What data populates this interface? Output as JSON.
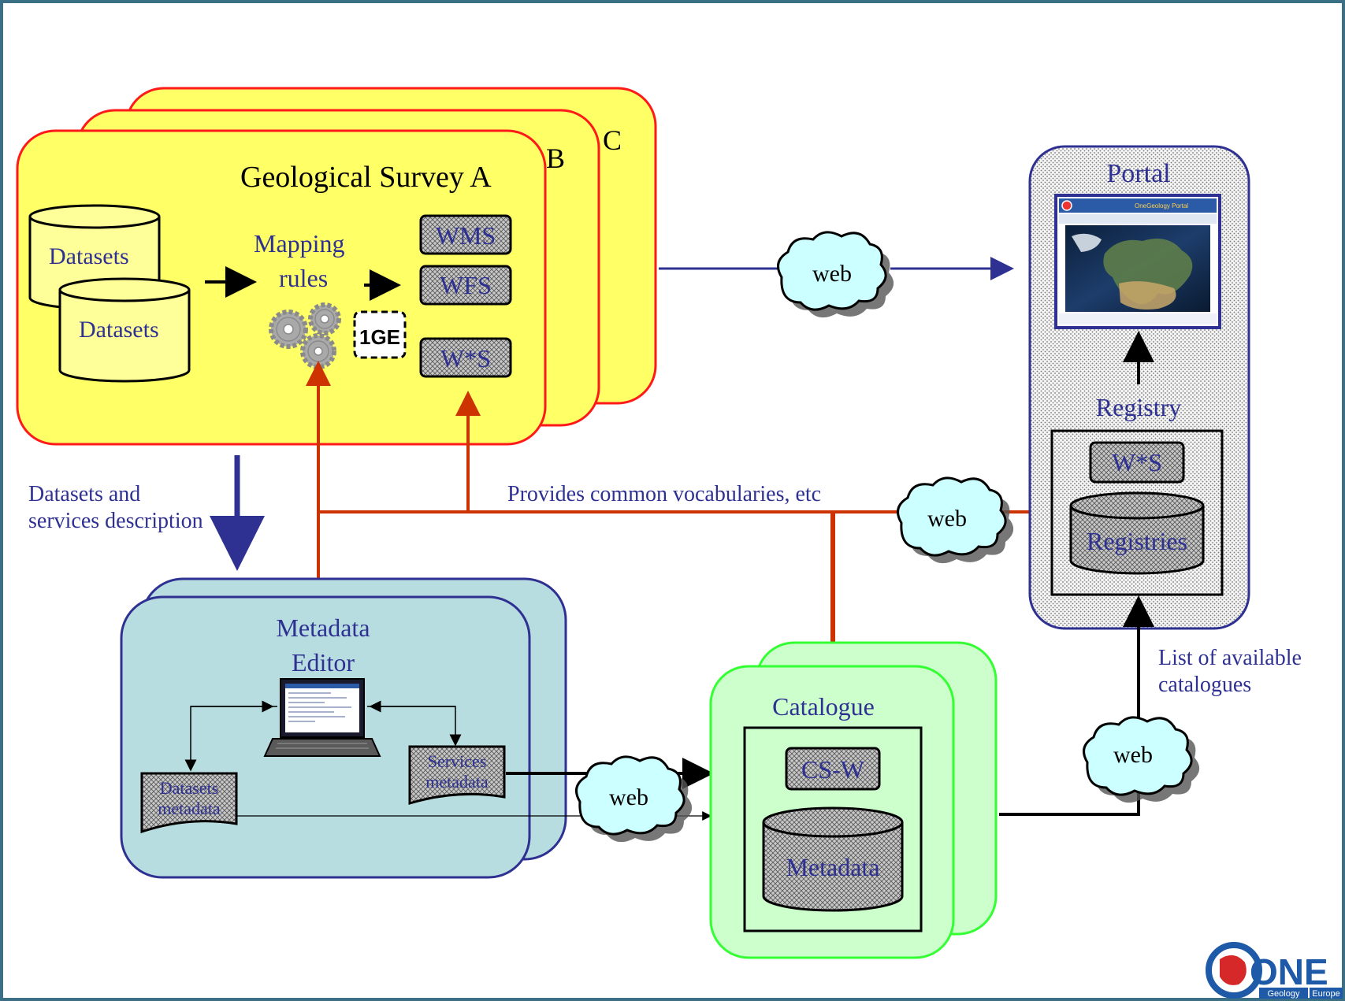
{
  "survey": {
    "title_a": "Geological Survey A",
    "label_b": "B",
    "label_c": "C",
    "datasets_1": "Datasets",
    "datasets_2": "Datasets",
    "mapping_rules_line1": "Mapping",
    "mapping_rules_line2": "rules",
    "onege_badge": "1GE",
    "services": [
      "WMS",
      "WFS",
      "W*S"
    ]
  },
  "portal": {
    "title": "Portal",
    "registry_label": "Registry",
    "registry_service": "W*S",
    "registries_db": "Registries",
    "screenshot_header": "OneGeology Portal"
  },
  "metadata_editor": {
    "title_line1": "Metadata",
    "title_line2": "Editor",
    "services_metadata_line1": "Services",
    "services_metadata_line2": "metadata",
    "datasets_metadata_line1": "Datasets",
    "datasets_metadata_line2": "metadata"
  },
  "catalogue": {
    "title": "Catalogue",
    "service": "CS-W",
    "db": "Metadata"
  },
  "annotations": {
    "datasets_services_line1": "Datasets and",
    "datasets_services_line2": "services description",
    "provides_vocab": "Provides common vocabularies, etc",
    "available_catalogues_line1": "List of available",
    "available_catalogues_line2": "catalogues"
  },
  "clouds": {
    "top": "web",
    "middle": "web",
    "bottom": "web",
    "right": "web"
  },
  "logo": {
    "name": "ONE",
    "sub1": "Geology",
    "sub2": "Europe"
  },
  "colors": {
    "border": "#3a6f86",
    "survey_fill": "#ffff66",
    "survey_stroke": "#ff1a1a",
    "editor_fill": "#b8dde0",
    "editor_stroke": "#2e3192",
    "catalogue_fill": "#ccffcc",
    "catalogue_stroke": "#33ff33",
    "navy_text": "#2e3192",
    "orange_line": "#cc3300",
    "cloud_fill": "#ccffff"
  }
}
